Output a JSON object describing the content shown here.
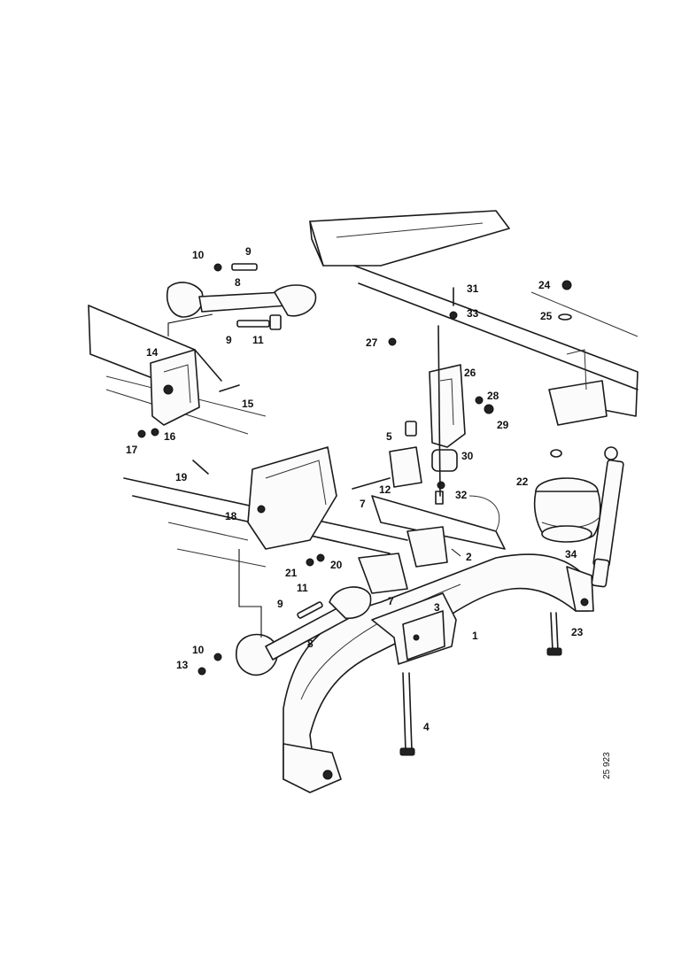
{
  "diagram": {
    "drawing_number": "25 923",
    "callouts": [
      {
        "id": "c1",
        "text": "1"
      },
      {
        "id": "c2",
        "text": "2"
      },
      {
        "id": "c3",
        "text": "3"
      },
      {
        "id": "c4",
        "text": "4"
      },
      {
        "id": "c5",
        "text": "5"
      },
      {
        "id": "c7a",
        "text": "7"
      },
      {
        "id": "c7b",
        "text": "7"
      },
      {
        "id": "c8a",
        "text": "8"
      },
      {
        "id": "c8b",
        "text": "8"
      },
      {
        "id": "c9a",
        "text": "9"
      },
      {
        "id": "c9b",
        "text": "9"
      },
      {
        "id": "c9c",
        "text": "9"
      },
      {
        "id": "c10a",
        "text": "10"
      },
      {
        "id": "c10b",
        "text": "10"
      },
      {
        "id": "c11a",
        "text": "11"
      },
      {
        "id": "c11b",
        "text": "11"
      },
      {
        "id": "c12",
        "text": "12"
      },
      {
        "id": "c13",
        "text": "13"
      },
      {
        "id": "c14",
        "text": "14"
      },
      {
        "id": "c15",
        "text": "15"
      },
      {
        "id": "c16",
        "text": "16"
      },
      {
        "id": "c17",
        "text": "17"
      },
      {
        "id": "c18",
        "text": "18"
      },
      {
        "id": "c19",
        "text": "19"
      },
      {
        "id": "c20",
        "text": "20"
      },
      {
        "id": "c21",
        "text": "21"
      },
      {
        "id": "c22",
        "text": "22"
      },
      {
        "id": "c23",
        "text": "23"
      },
      {
        "id": "c24",
        "text": "24"
      },
      {
        "id": "c25",
        "text": "25"
      },
      {
        "id": "c26",
        "text": "26"
      },
      {
        "id": "c27",
        "text": "27"
      },
      {
        "id": "c28",
        "text": "28"
      },
      {
        "id": "c29",
        "text": "29"
      },
      {
        "id": "c30",
        "text": "30"
      },
      {
        "id": "c31",
        "text": "31"
      },
      {
        "id": "c32",
        "text": "32"
      },
      {
        "id": "c33",
        "text": "33"
      },
      {
        "id": "c34",
        "text": "34"
      }
    ]
  }
}
